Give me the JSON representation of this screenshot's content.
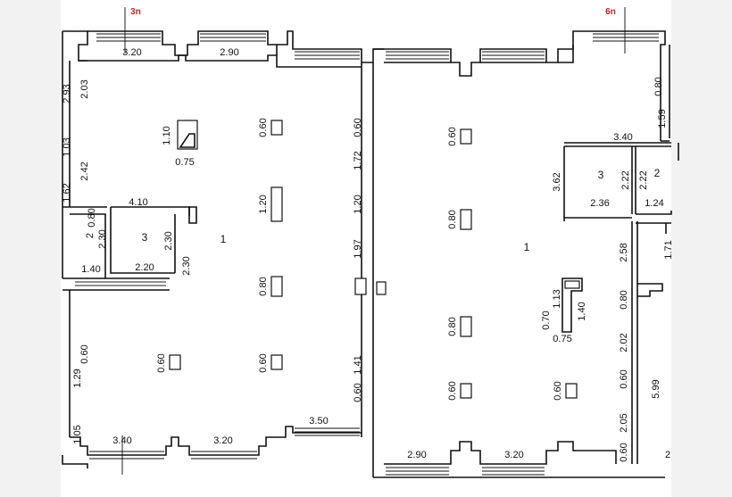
{
  "axis_marks": [
    "3n",
    "6n"
  ],
  "colors": {
    "axis_mark": "#cc2222",
    "line": "#111111",
    "grid": "#e8e8e8"
  },
  "left_block": {
    "top_widths": [
      "3.20",
      "2.90"
    ],
    "bottom_widths": [
      "3.40",
      "3.20",
      "3.50"
    ],
    "left_heights": [
      "2.93",
      "2.03",
      "1.03",
      "2.42",
      "1.62",
      "0.80",
      "0.60",
      "1.29",
      "1.05"
    ],
    "left_room_labels": [
      "2",
      "2.30",
      "1.40"
    ],
    "shaft": {
      "w": "0.75",
      "h": "1.10"
    },
    "pillars": [
      "0.60",
      "1.20",
      "0.80",
      "0.60",
      "0.60",
      "0.60"
    ],
    "room3": {
      "label": "3",
      "width": "4.10",
      "h1": "2.30",
      "h2": "2.30",
      "bottom": "2.20",
      "side": "2.30"
    },
    "main_label": "1",
    "right_heights": [
      "0.60",
      "1.72",
      "1.20",
      "1.97",
      "1.41",
      "0.60"
    ]
  },
  "right_block": {
    "bottom_widths": [
      "2.90",
      "3.20"
    ],
    "pillars": [
      "0.60",
      "0.80",
      "0.80",
      "0.60",
      "0.60"
    ],
    "main_label": "1",
    "room3": {
      "label": "3",
      "width": "3.40",
      "height": "3.62",
      "bottom": "2.36"
    },
    "room2": {
      "label": "2",
      "width": "1.24",
      "height": "2.22"
    },
    "small": "2.22",
    "shaft": {
      "w": "0.75",
      "h": "1.13",
      "side": "0.70",
      "len": "1.40"
    },
    "right_heights": [
      "0.80",
      "1.59",
      "2.58",
      "0.80",
      "2.02",
      "0.60",
      "2.05",
      "0.60"
    ],
    "far_right": [
      "1.71",
      "5.99"
    ],
    "edge_fragment": "2"
  }
}
